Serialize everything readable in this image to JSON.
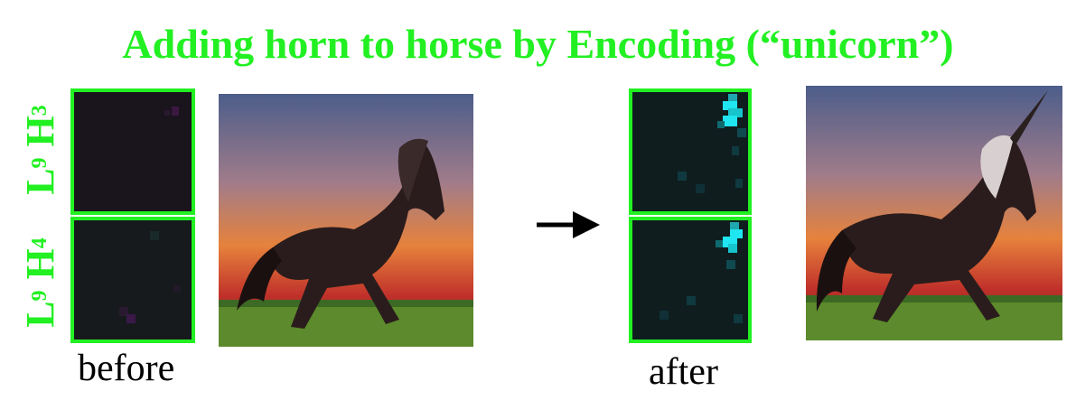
{
  "title": "Adding horn to horse by Encoding (“unicorn”)",
  "labels": {
    "top": {
      "L": "L",
      "layer": "9",
      "H": "H",
      "head": "3"
    },
    "bottom": {
      "L": "L",
      "layer": "9",
      "H": "H",
      "head": "4"
    }
  },
  "captions": {
    "before": "before",
    "after": "after"
  },
  "colors": {
    "accent": "#22f022",
    "heat_cyan": "#1fe6f0",
    "heat_purple": "#7a2a8a",
    "heat_bg": "#1a141c"
  },
  "icons": {
    "arrow": "right-arrow-icon"
  }
}
